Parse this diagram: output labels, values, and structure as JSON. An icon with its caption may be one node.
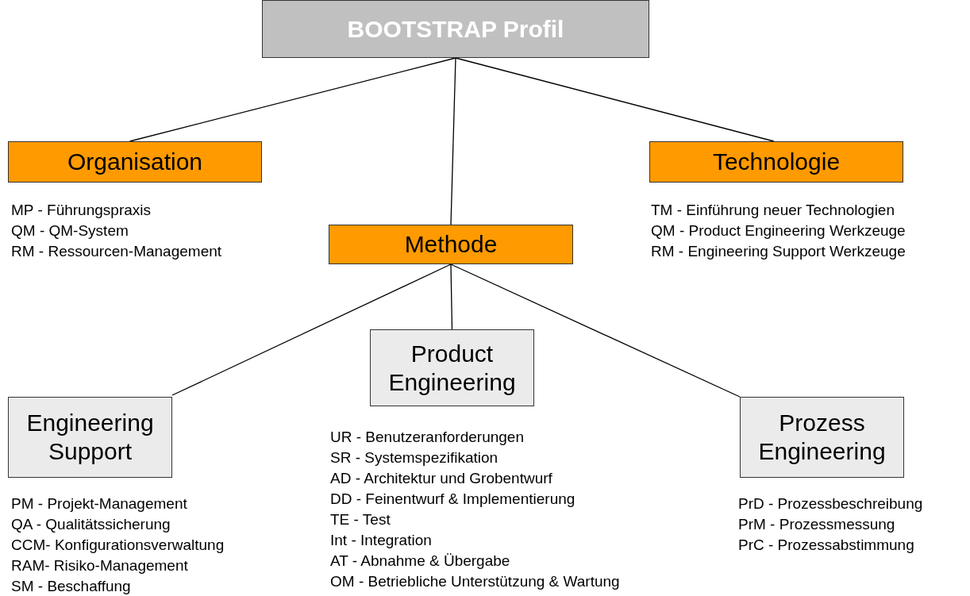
{
  "diagram": {
    "nodes": [
      {
        "text": [
          "BOOTSTRAP Profil"
        ]
      },
      {
        "text": [
          "Organisation"
        ],
        "beside": [
          "MP - Führungspraxis",
          "QM - QM-System",
          "RM - Ressourcen-Management"
        ]
      },
      {
        "text": [
          "Technologie"
        ],
        "beside": [
          "TM - Einführung neuer Technologien",
          "QM - Product Engineering Werkzeuge",
          "RM - Engineering Support Werkzeuge"
        ]
      },
      {
        "text": [
          "Methode"
        ]
      },
      {
        "text": [
          "Product Engineering"
        ],
        "beside": [
          "UR - Benutzeranforderungen",
          "SR - Systemspezifikation",
          "AD - Architektur und Grobentwurf",
          "DD - Feinentwurf & Implementierung",
          "TE - Test",
          "Int - Integration",
          "AT - Abnahme & Übergabe",
          "OM - Betriebliche Unterstützung & Wartung"
        ]
      },
      {
        "text": [
          "Engineering Support"
        ],
        "beside": [
          "PM - Projekt-Management",
          "QA - Qualitätssicherung",
          "CCM- Konfigurationsverwaltung",
          "RAM- Risiko-Management",
          "SM - Beschaffung"
        ]
      },
      {
        "text": [
          "Prozess Engineering"
        ],
        "beside": [
          "PrD - Prozessbeschreibung",
          "PrM - Prozessmessung",
          "PrC - Prozessabstimmung"
        ]
      }
    ],
    "edges": [
      {
        "from": 0,
        "to": 1,
        "arrow": "none"
      },
      {
        "from": 0,
        "to": 2,
        "arrow": "none"
      },
      {
        "from": 0,
        "to": 3,
        "arrow": "none"
      },
      {
        "from": 3,
        "to": 4,
        "arrow": "none"
      },
      {
        "from": 3,
        "to": 5,
        "arrow": "none"
      },
      {
        "from": 3,
        "to": 6,
        "arrow": "none"
      }
    ]
  }
}
